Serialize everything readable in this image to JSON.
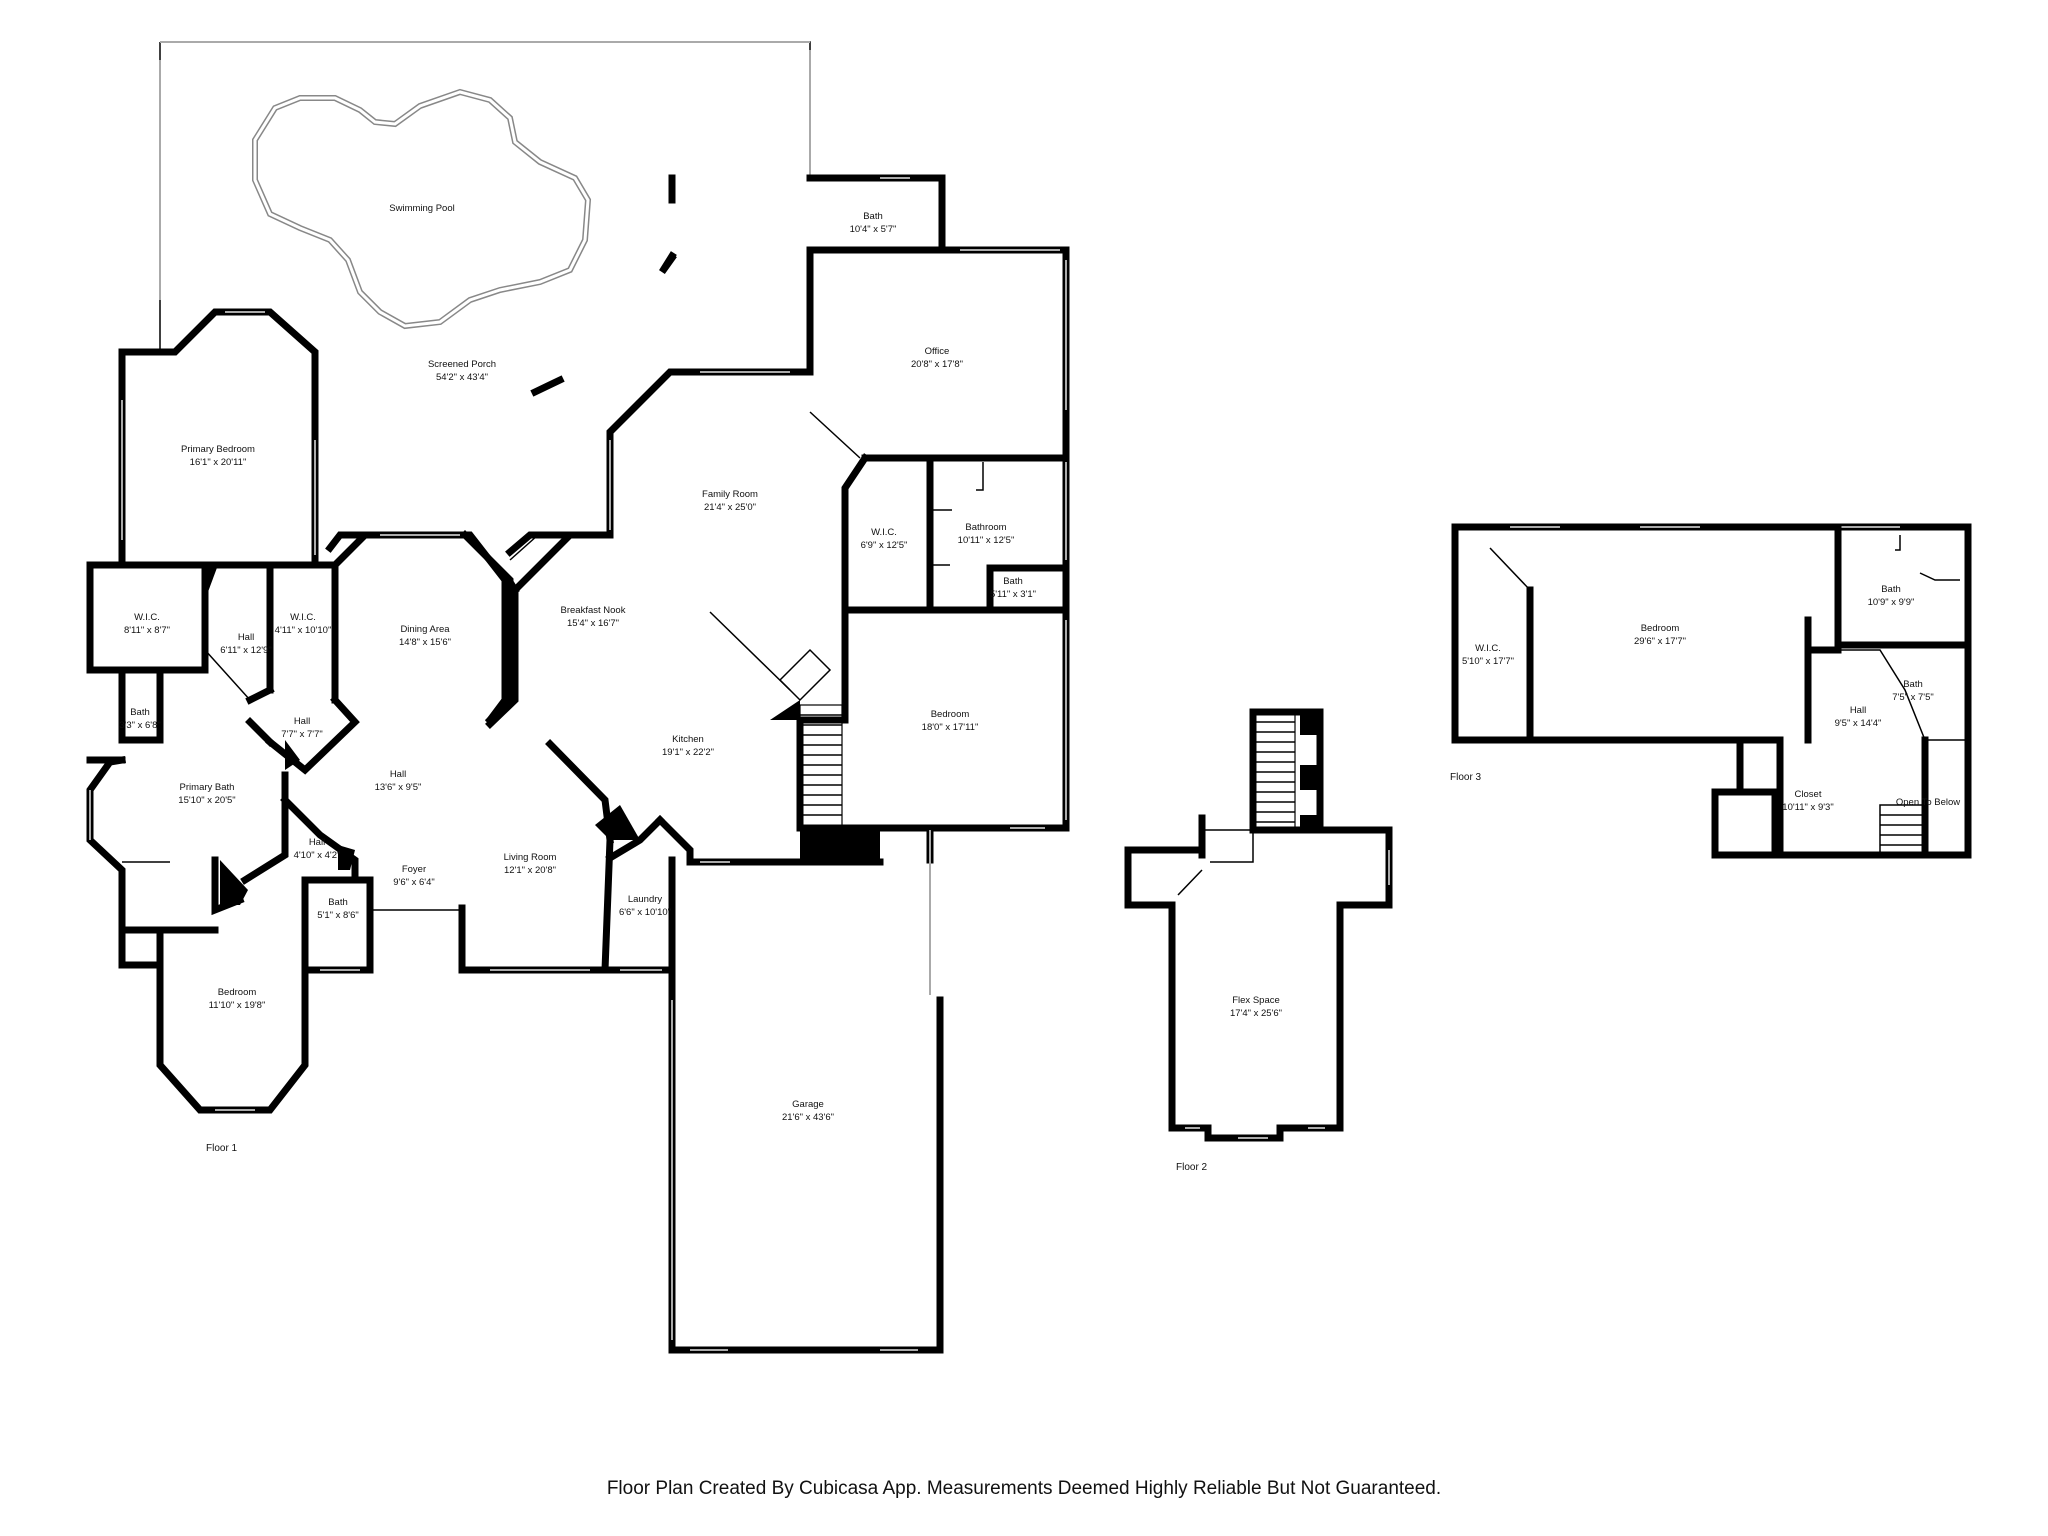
{
  "rooms": {
    "swimming_pool": {
      "name": "Swimming Pool"
    },
    "screened_porch": {
      "name": "Screened Porch",
      "dim": "54'2\" x 43'4\""
    },
    "bath_top": {
      "name": "Bath",
      "dim": "10'4\" x 5'7\""
    },
    "office": {
      "name": "Office",
      "dim": "20'8\" x 17'8\""
    },
    "primary_bedroom": {
      "name": "Primary Bedroom",
      "dim": "16'1\" x 20'11\""
    },
    "family_room": {
      "name": "Family Room",
      "dim": "21'4\" x 25'0\""
    },
    "wic_center": {
      "name": "W.I.C.",
      "dim": "6'9\" x 12'5\""
    },
    "bathroom": {
      "name": "Bathroom",
      "dim": "10'11\" x 12'5\""
    },
    "bath_small": {
      "name": "Bath",
      "dim": "5'11\" x 3'1\""
    },
    "wic_left": {
      "name": "W.I.C.",
      "dim": "8'11\" x 8'7\""
    },
    "hall_left": {
      "name": "Hall",
      "dim": "6'11\" x 12'9\""
    },
    "wic_left2": {
      "name": "W.I.C.",
      "dim": "4'11\" x 10'10\""
    },
    "dining_area": {
      "name": "Dining Area",
      "dim": "14'8\" x 15'6\""
    },
    "breakfast_nook": {
      "name": "Breakfast Nook",
      "dim": "15'4\" x 16'7\""
    },
    "bedroom_right": {
      "name": "Bedroom",
      "dim": "18'0\" x 17'11\""
    },
    "bath_left": {
      "name": "Bath",
      "dim": "3'3\" x 6'8\""
    },
    "hall_diag": {
      "name": "Hall",
      "dim": "7'7\" x 7'7\""
    },
    "primary_bath": {
      "name": "Primary Bath",
      "dim": "15'10\" x 20'5\""
    },
    "hall_center": {
      "name": "Hall",
      "dim": "13'6\" x 9'5\""
    },
    "kitchen": {
      "name": "Kitchen",
      "dim": "19'1\" x 22'2\""
    },
    "hall_small": {
      "name": "Hall",
      "dim": "4'10\" x 4'2\""
    },
    "foyer": {
      "name": "Foyer",
      "dim": "9'6\" x 6'4\""
    },
    "living_room": {
      "name": "Living Room",
      "dim": "12'1\" x 20'8\""
    },
    "laundry": {
      "name": "Laundry",
      "dim": "6'6\" x 10'10\""
    },
    "bath_foyer": {
      "name": "Bath",
      "dim": "5'1\" x 8'6\""
    },
    "bedroom_bottom": {
      "name": "Bedroom",
      "dim": "11'10\" x 19'8\""
    },
    "garage": {
      "name": "Garage",
      "dim": "21'6\" x 43'6\""
    },
    "flex_space": {
      "name": "Flex Space",
      "dim": "17'4\" x 25'6\""
    },
    "wic_f3": {
      "name": "W.I.C.",
      "dim": "5'10\" x 17'7\""
    },
    "bedroom_f3": {
      "name": "Bedroom",
      "dim": "29'6\" x 17'7\""
    },
    "bath_f3": {
      "name": "Bath",
      "dim": "10'9\" x 9'9\""
    },
    "bath_f3_small": {
      "name": "Bath",
      "dim": "7'5\" x 7'5\""
    },
    "hall_f3": {
      "name": "Hall",
      "dim": "9'5\" x 14'4\""
    },
    "closet_f3": {
      "name": "Closet",
      "dim": "10'11\" x 9'3\""
    },
    "open_below": {
      "name": "Open To Below"
    }
  },
  "floors": {
    "floor1": "Floor 1",
    "floor2": "Floor 2",
    "floor3": "Floor 3"
  },
  "footer": "Floor Plan Created By Cubicasa App. Measurements Deemed Highly Reliable But Not Guaranteed."
}
